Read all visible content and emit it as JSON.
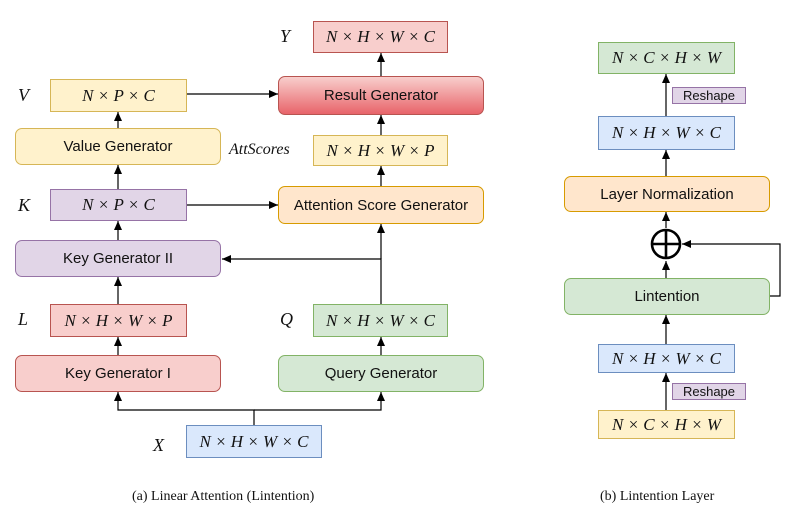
{
  "panel_a": {
    "caption": "(a) Linear Attention (Lintention)",
    "symbols": {
      "Y": "Y",
      "V": "V",
      "attscores": "AttScores",
      "K": "K",
      "L": "L",
      "Q": "Q",
      "X": "X"
    },
    "boxes": {
      "y_shape": "N × H × W × C",
      "result_generator": "Result Generator",
      "v_shape": "N × P × C",
      "value_generator": "Value Generator",
      "attscores_shape": "N × H × W × P",
      "k_shape": "N × P × C",
      "attention_score_generator": "Attention Score Generator",
      "key_generator_2": "Key Generator II",
      "l_shape": "N × H × W × P",
      "q_shape": "N × H × W × C",
      "key_generator_1": "Key Generator I",
      "query_generator": "Query Generator",
      "x_shape": "N × H × W × C"
    }
  },
  "panel_b": {
    "caption": "(b) Lintention Layer",
    "boxes": {
      "output_shape": "N × C × H × W",
      "reshape_top": "Reshape",
      "mid_shape": "N × H × W × C",
      "layer_norm": "Layer Normalization",
      "lintention": "Lintention",
      "in_shape_reshaped": "N × H × W × C",
      "reshape_bottom": "Reshape",
      "input_shape": "N × C × H × W"
    }
  }
}
